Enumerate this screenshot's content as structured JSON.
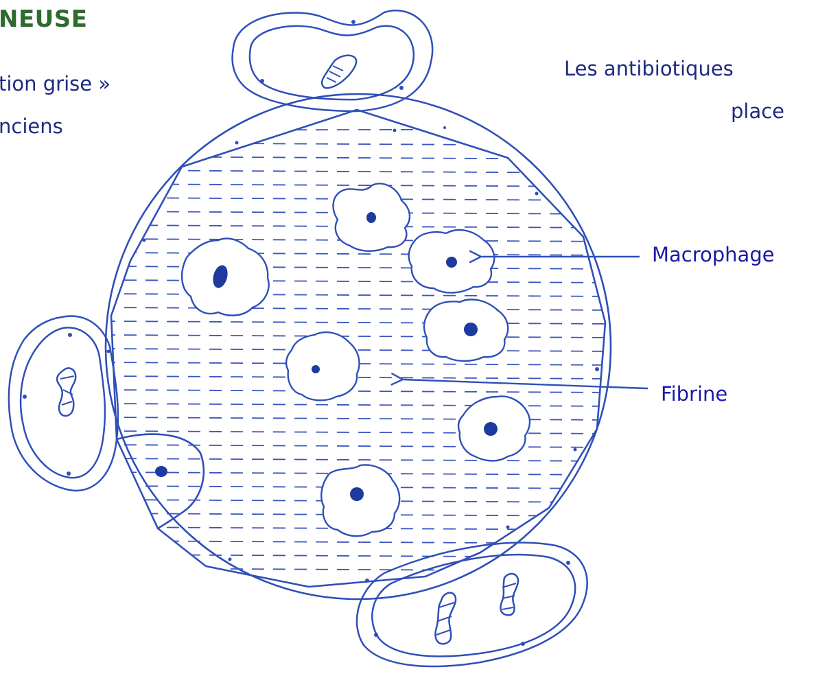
{
  "colors": {
    "title": "#2e6b2e",
    "text": "#1f2a80",
    "label": "#1a1aa6",
    "ink": "#2f4fb8",
    "nucleus": "#1e3a9e"
  },
  "title": "NEUSE",
  "intro_line1": "tion grise »",
  "intro_line2": "nciens",
  "right_line1": "Les antibiotiques",
  "right_line2": "place",
  "labels": {
    "macrophage": "Macrophage",
    "fibrine": "Fibrine"
  },
  "icons": [
    "alveolus",
    "macrophage-cell",
    "fibrin-network",
    "capillary",
    "red-blood-cell"
  ]
}
